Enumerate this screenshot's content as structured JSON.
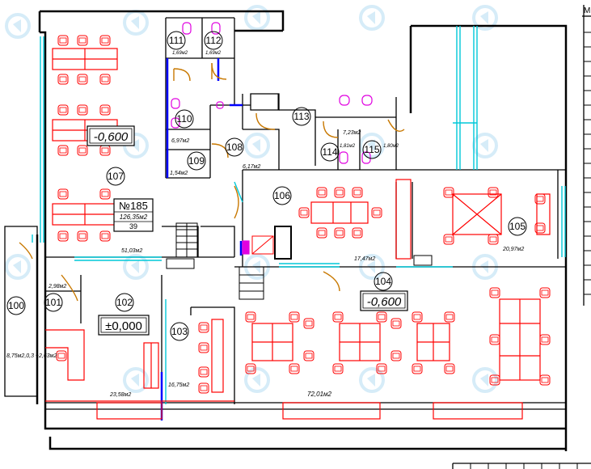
{
  "colors": {
    "wall": "#000000",
    "furniture": "#ff0000",
    "window": "#00c8d8",
    "door": "#c87800",
    "plumbing": "#e000e0",
    "partition": "#0000ff",
    "watermark": "#d6ecf8"
  },
  "rooms": [
    {
      "number": "100",
      "area": "8,75м2,0,3 +2,63м2"
    },
    {
      "number": "101",
      "area": "2,98м2"
    },
    {
      "number": "102",
      "area": "23,58м2"
    },
    {
      "number": "103",
      "area": "16,75м2"
    },
    {
      "number": "104",
      "area": "17,47м2"
    },
    {
      "number": "105",
      "area": "20,97м2"
    },
    {
      "number": "106",
      "area": "6,17м2"
    },
    {
      "number": "107",
      "area": "51,03м2"
    },
    {
      "number": "108",
      "area": ""
    },
    {
      "number": "109",
      "area": "1,54м2"
    },
    {
      "number": "110",
      "area": "6,97м2"
    },
    {
      "number": "111",
      "area": "1,69м2"
    },
    {
      "number": "112",
      "area": "1,69м2"
    },
    {
      "number": "113",
      "area": "7,23м2"
    },
    {
      "number": "114",
      "area": "1,81м2"
    },
    {
      "number": "115",
      "area": "1,80м2"
    }
  ],
  "level_marks": {
    "m1": "-0,600",
    "m2": "±0,000",
    "m3": "-0,600"
  },
  "big_area": "72,01м2",
  "premise": {
    "label": "№185",
    "area": "126,35м2",
    "count": "39"
  },
  "corner_label": "М"
}
